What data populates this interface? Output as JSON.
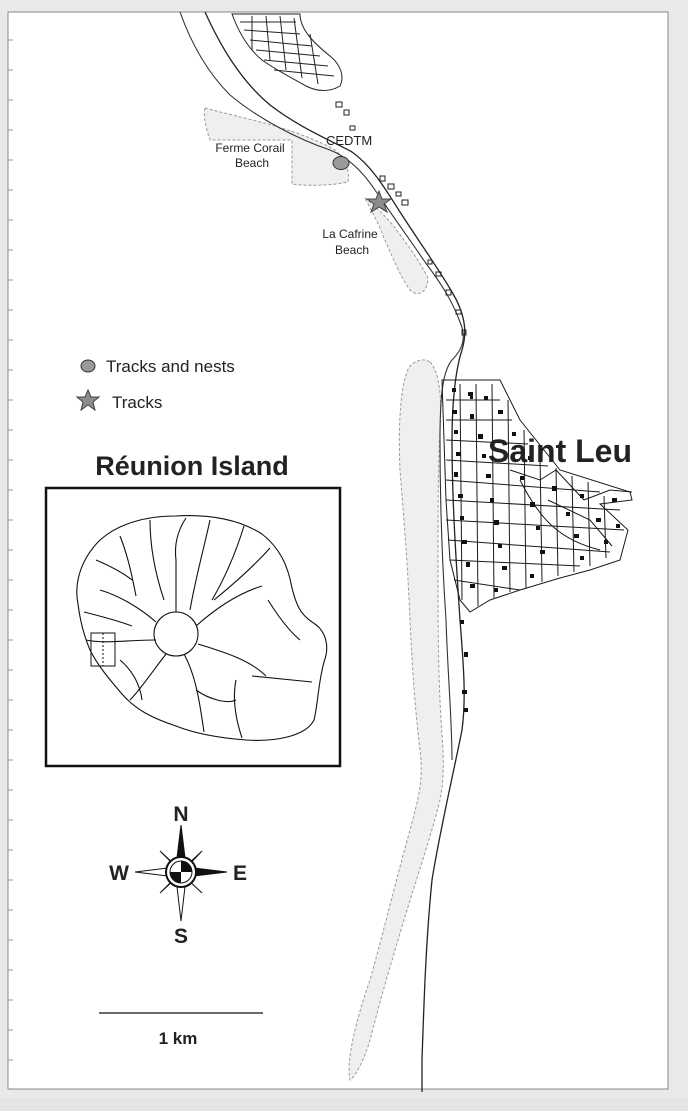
{
  "map": {
    "places": {
      "cedtm": "CEDTM",
      "ferme_corail_1": "Ferme Corail",
      "ferme_corail_2": "Beach",
      "la_cafrine_1": "La Cafrine",
      "la_cafrine_2": "Beach",
      "town": "Saint Leu"
    },
    "legend": {
      "tracks_and_nests": "Tracks and nests",
      "tracks": "Tracks"
    },
    "inset": {
      "title": "Réunion Island"
    },
    "compass": {
      "north": "N",
      "south": "S",
      "east": "E",
      "west": "W"
    },
    "scale_bar": {
      "label": "1 km"
    },
    "colors": {
      "beach_fill": "#efefef",
      "nest_marker": "#9a9a9a",
      "track_marker": "#8c8c8c"
    }
  }
}
